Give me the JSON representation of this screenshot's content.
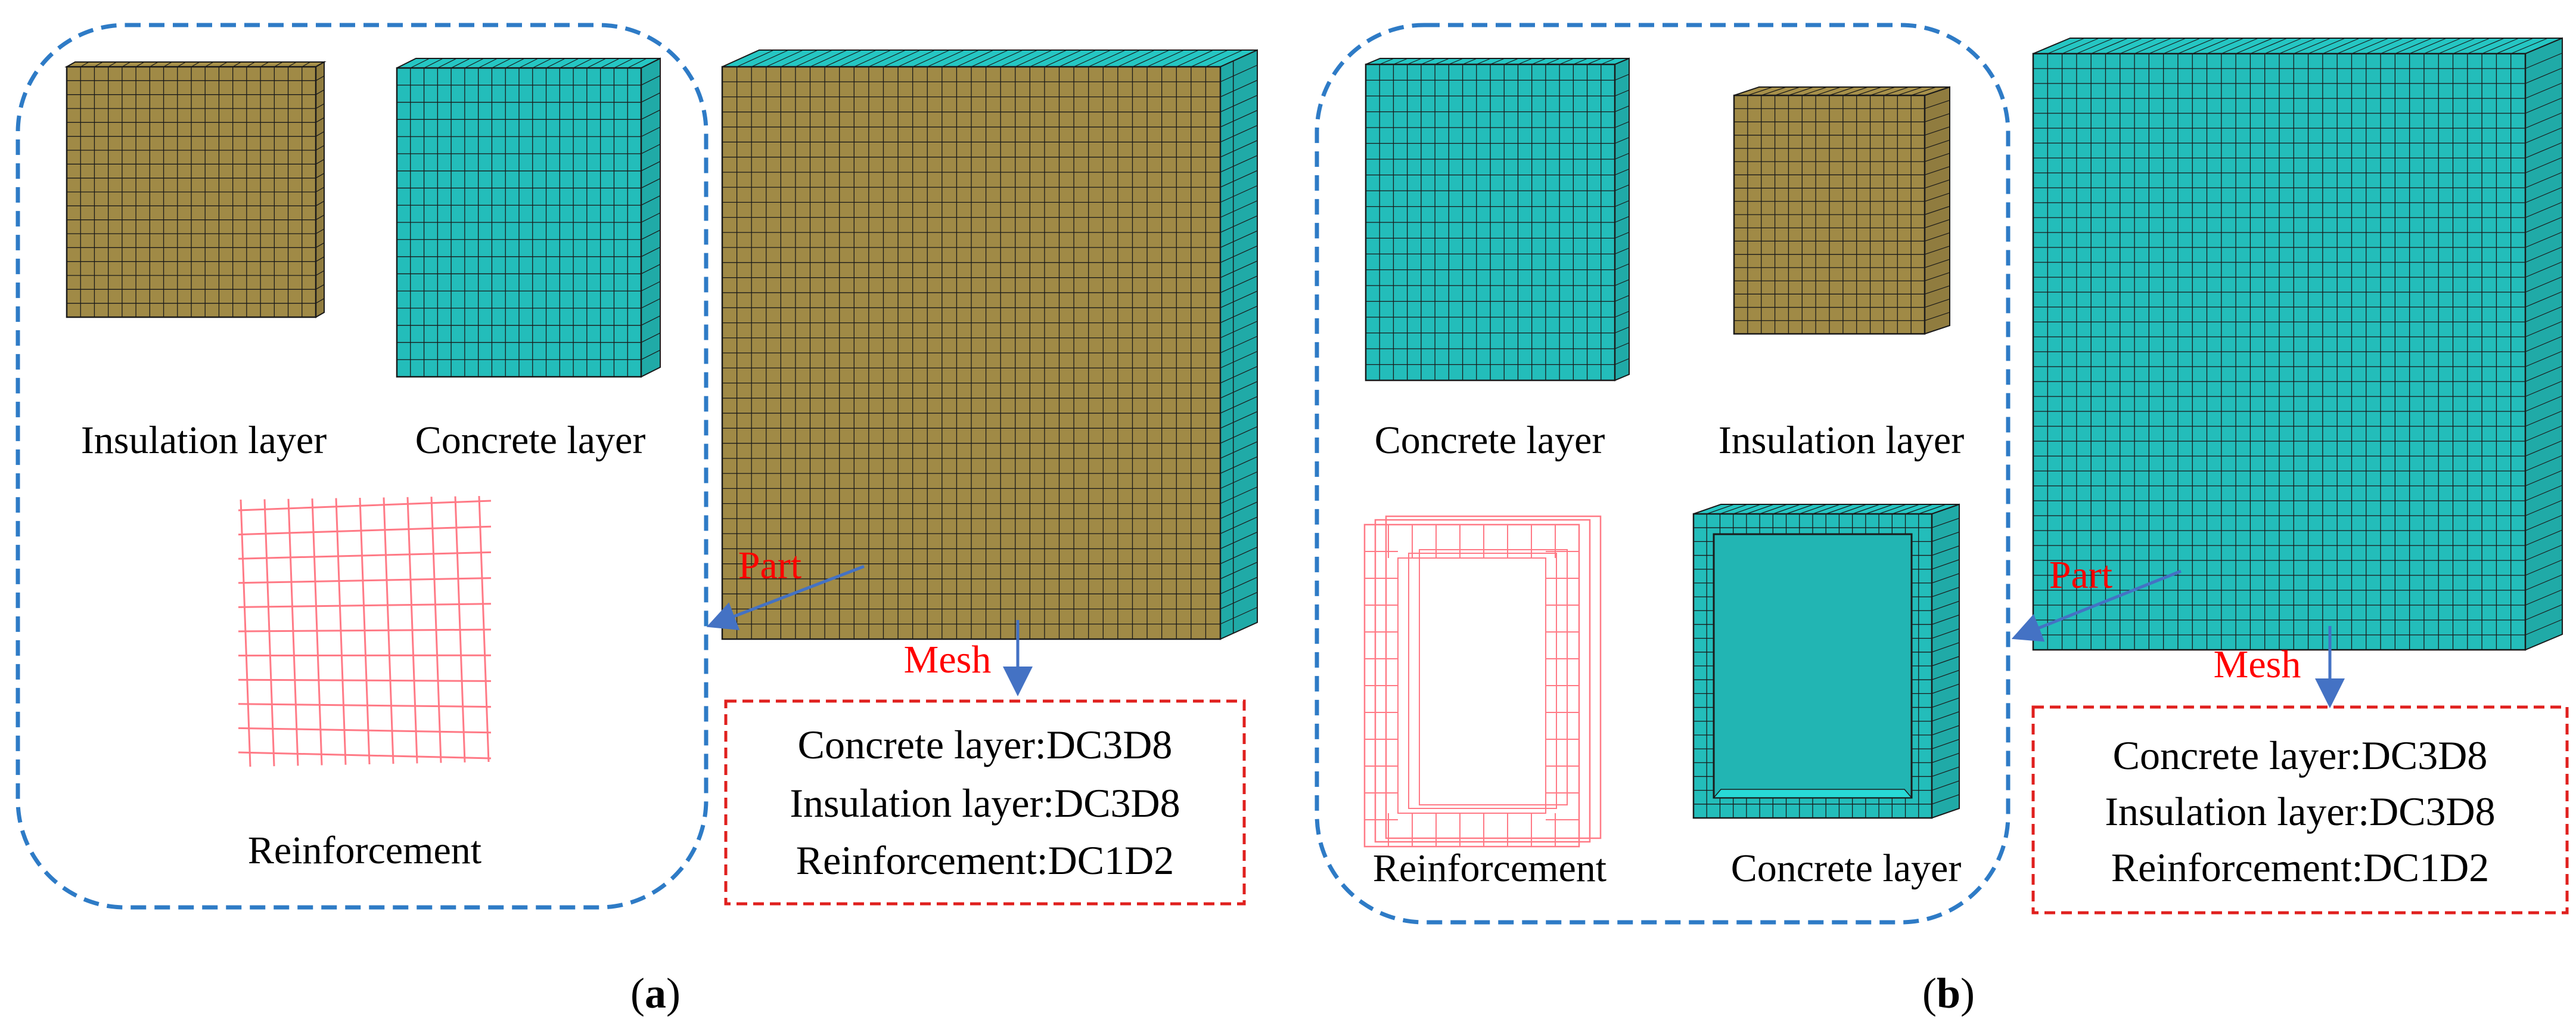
{
  "colors": {
    "insulation": "#A08A46",
    "concrete": "#23BDBA",
    "mesh_line": "#1a1a1a",
    "reinforcement": "#FF7A86",
    "group_border": "#2E7BC6",
    "element_box_border": "#E0201E",
    "arrow": "#4472C4",
    "label_red": "#FF0000"
  },
  "panel_a": {
    "caption_prefix": "(",
    "caption_letter": "a",
    "caption_suffix": ")",
    "parts": {
      "insulation_label": "Insulation layer",
      "concrete_label": "Concrete layer",
      "reinforcement_label": "Reinforcement"
    },
    "part_arrow_label": "Part",
    "mesh_arrow_label": "Mesh",
    "element_types": [
      "Concrete layer:DC3D8",
      "Insulation layer:DC3D8",
      "Reinforcement:DC1D2"
    ]
  },
  "panel_b": {
    "caption_prefix": "(",
    "caption_letter": "b",
    "caption_suffix": ")",
    "parts": {
      "concrete_label_top": "Concrete layer",
      "insulation_label": "Insulation layer",
      "reinforcement_label": "Reinforcement",
      "concrete_label_bottom": "Concrete layer"
    },
    "part_arrow_label": "Part",
    "mesh_arrow_label": "Mesh",
    "element_types": [
      "Concrete layer:DC3D8",
      "Insulation layer:DC3D8",
      "Reinforcement:DC1D2"
    ]
  }
}
